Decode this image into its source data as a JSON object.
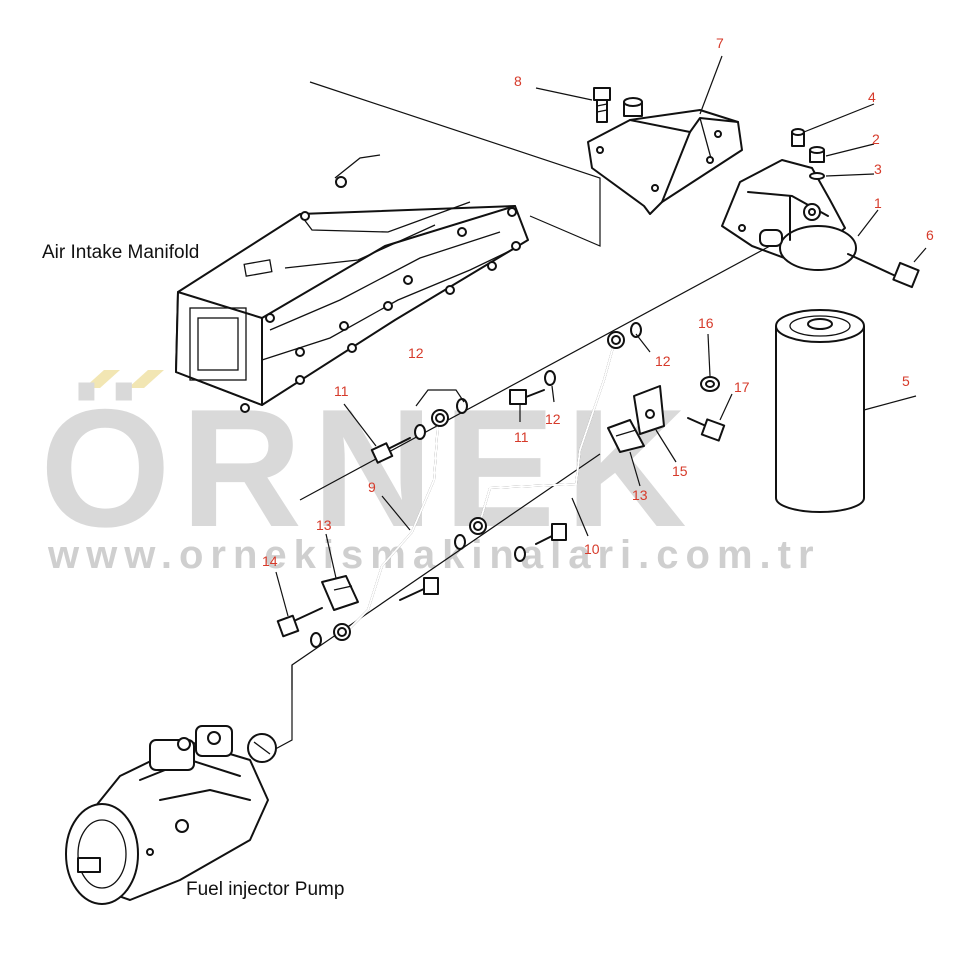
{
  "watermark": {
    "brand": "ÖRNEK",
    "url": "www.ornekismakinalari.com.tr",
    "color": "#d9d9d9",
    "accent": "#f2e6b3"
  },
  "captions": {
    "manifold": "Air Intake Manifold",
    "pump": "Fuel injector Pump"
  },
  "callouts": {
    "c1": "1",
    "c2": "2",
    "c3": "3",
    "c4": "4",
    "c5": "5",
    "c6": "6",
    "c7": "7",
    "c8": "8",
    "c9": "9",
    "c10": "10",
    "c11a": "11",
    "c11b": "11",
    "c12a": "12",
    "c12b": "12",
    "c12c": "12",
    "c13a": "13",
    "c13b": "13",
    "c14": "14",
    "c15": "15",
    "c16": "16",
    "c17": "17"
  },
  "colors": {
    "callout": "#d63a2a",
    "ink": "#111111"
  }
}
